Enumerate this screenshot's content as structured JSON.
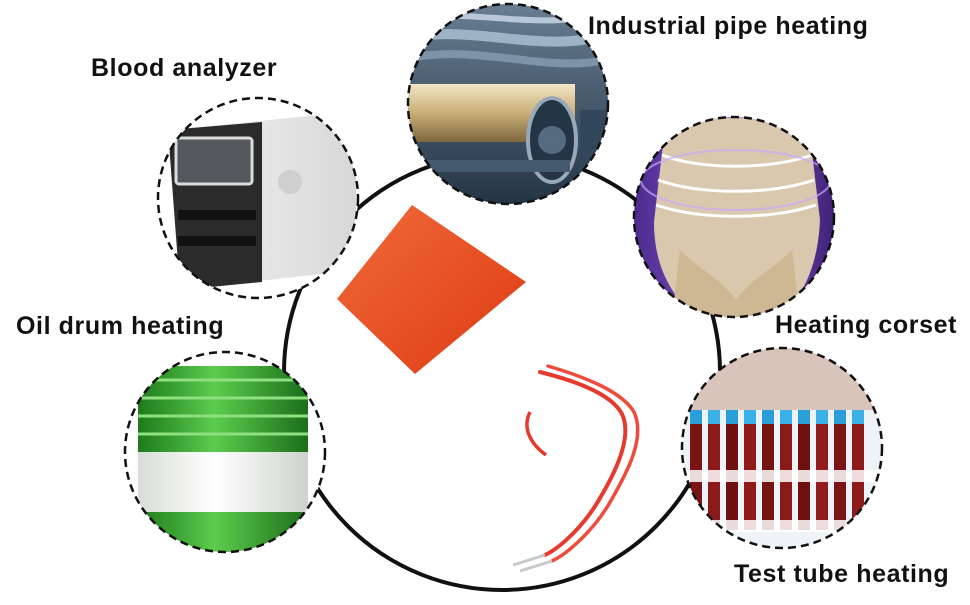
{
  "labels": {
    "blood_analyzer": "Blood analyzer",
    "industrial_pipe": "Industrial pipe heating",
    "heating_corset": "Heating corset",
    "oil_drum": "Oil drum heating",
    "test_tube": "Test tube heating"
  },
  "colors": {
    "ring": "#111111",
    "heater_pad": "#e8471c",
    "lead_wire": "#e53a2e",
    "drum_green": "#2f9e2a"
  },
  "icons": {
    "center": "silicone-heater-pad-icon",
    "blood_analyzer": "blood-analyzer-icon",
    "industrial_pipe": "industrial-pipe-icon",
    "heating_corset": "heating-corset-icon",
    "oil_drum": "oil-drum-icon",
    "test_tube": "test-tube-rack-icon"
  }
}
